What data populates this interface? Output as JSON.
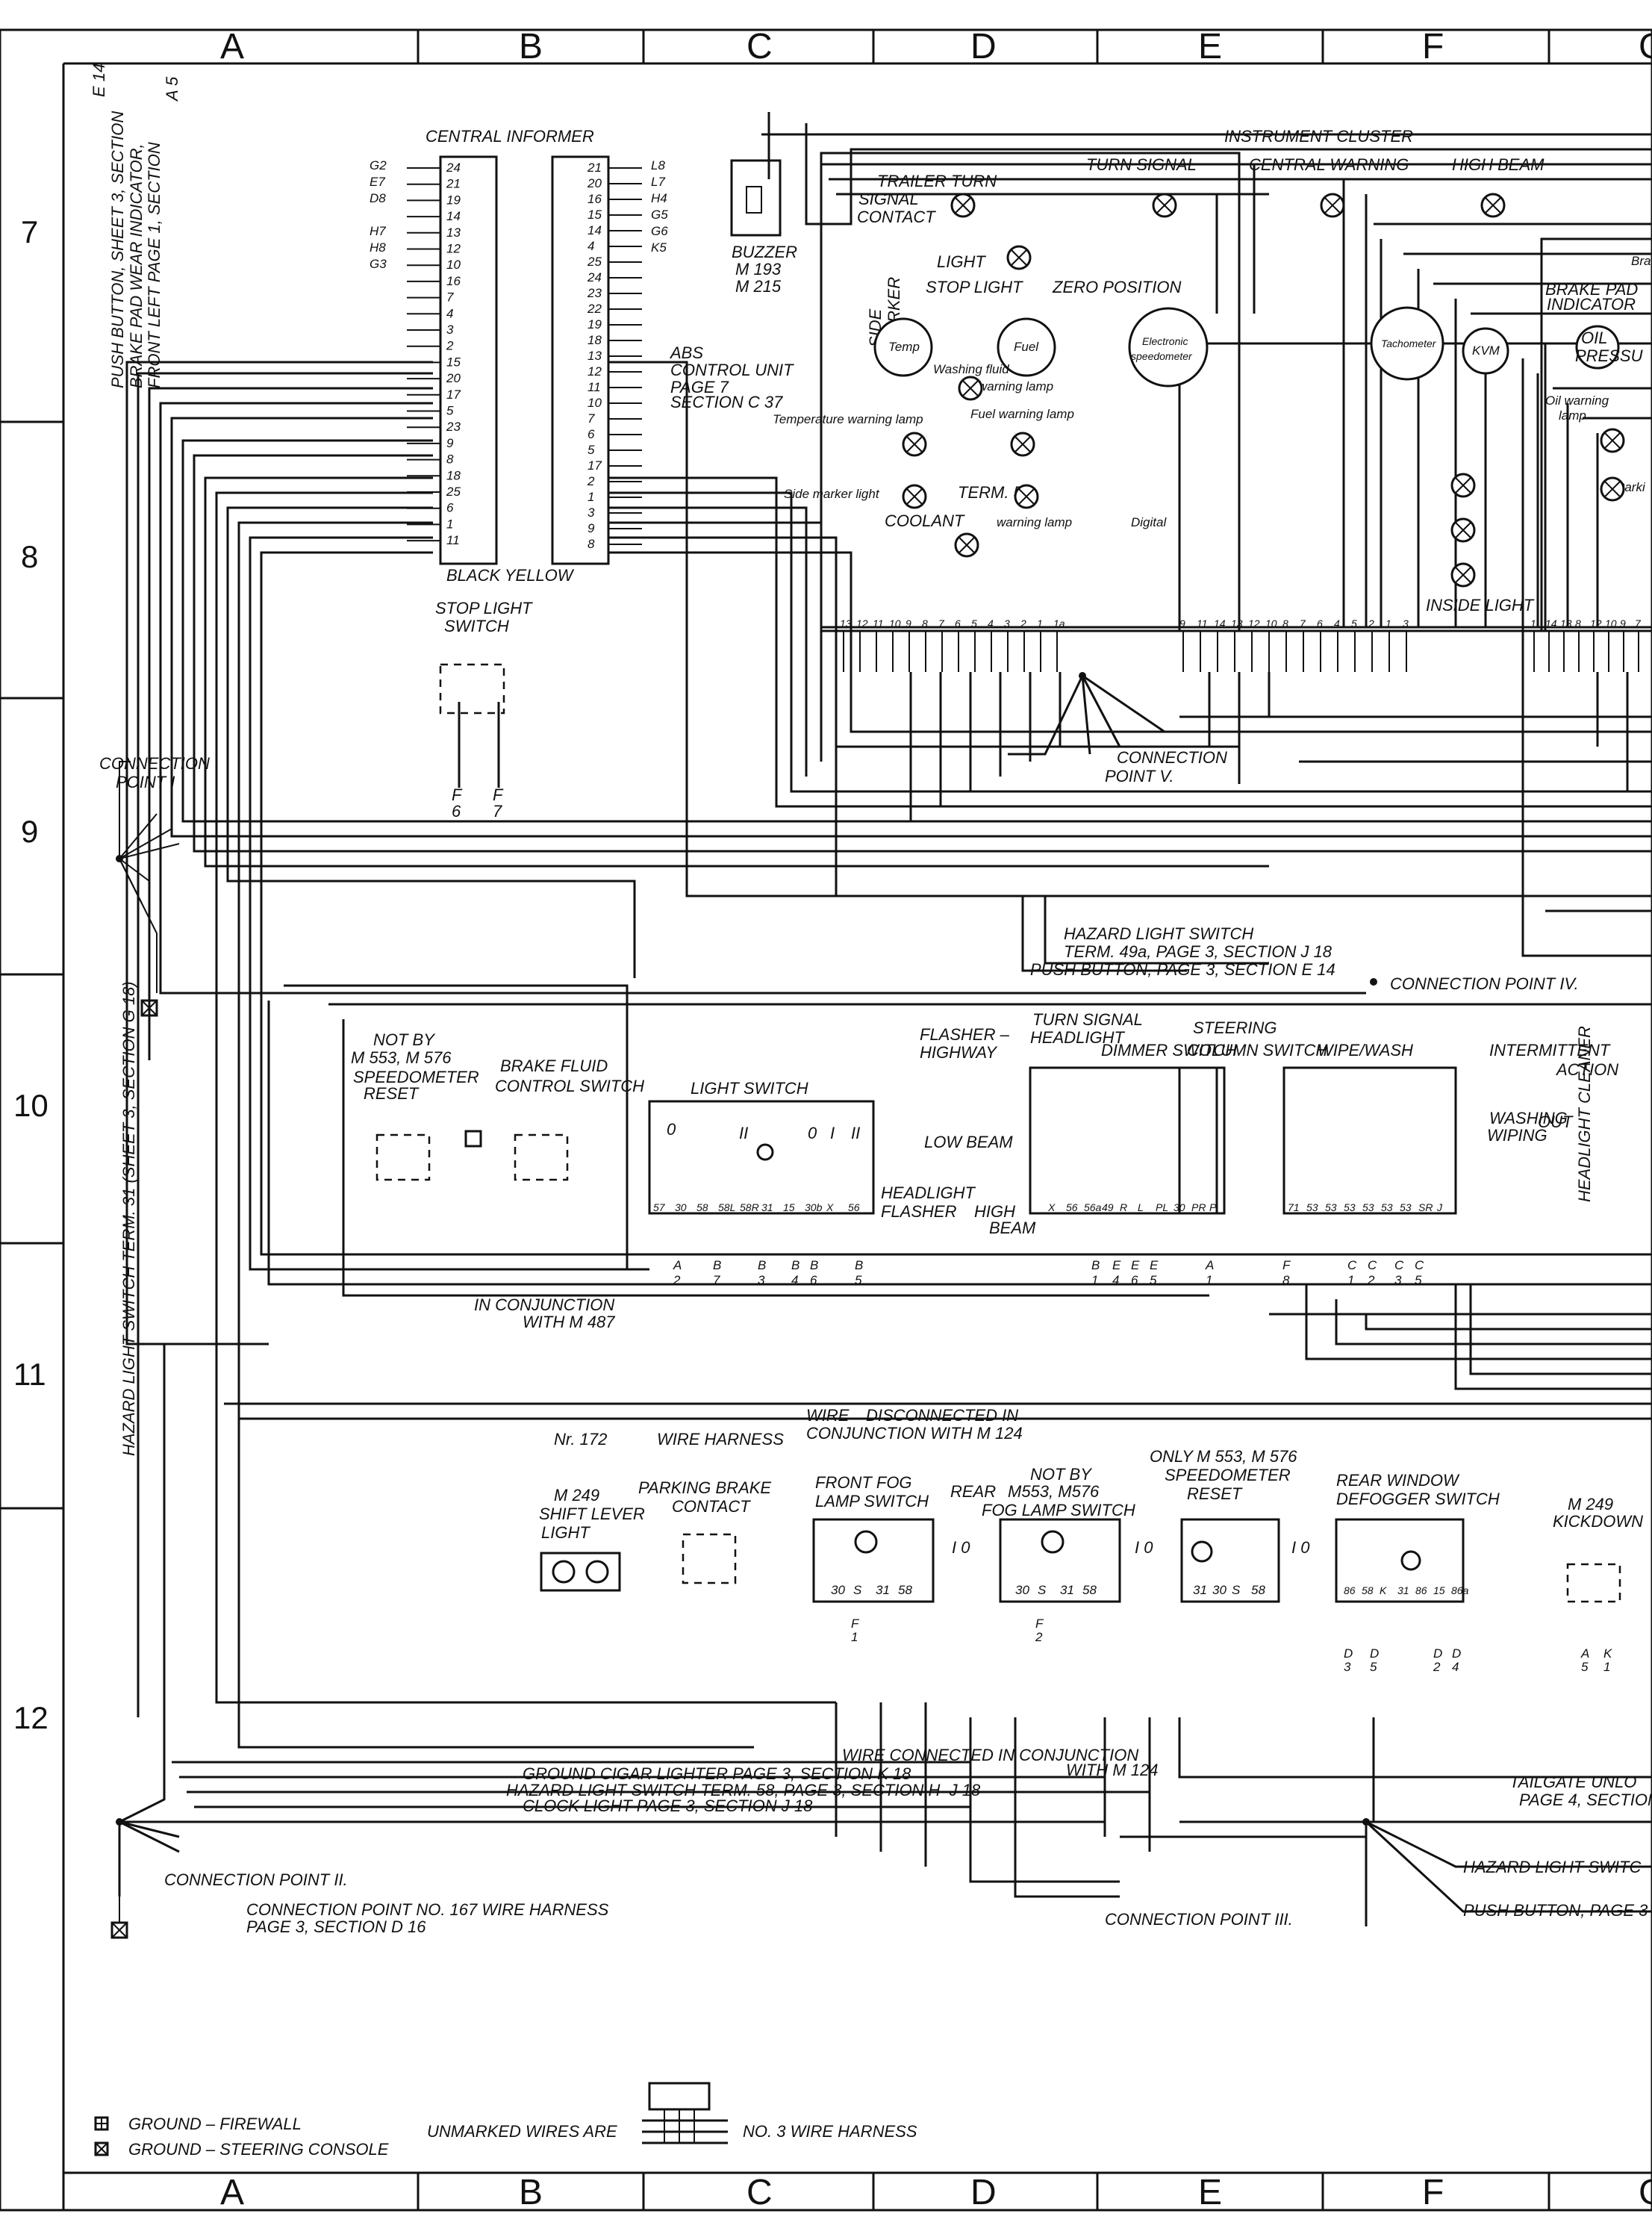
{
  "grid": {
    "columns": [
      "A",
      "B",
      "C",
      "D",
      "E",
      "F",
      "G"
    ],
    "rows": [
      "7",
      "8",
      "9",
      "10",
      "11",
      "12"
    ]
  },
  "central_informer": {
    "title": "CENTRAL INFORMER",
    "footer": "BLACK YELLOW",
    "left_connector_pins": [
      "24",
      "21",
      "19",
      "14",
      "13",
      "12",
      "10",
      "16",
      "7",
      "4",
      "3",
      "2",
      "15",
      "20",
      "17",
      "5",
      "23",
      "9",
      "8",
      "18",
      "25",
      "6",
      "1",
      "11"
    ],
    "left_refs": [
      "G2",
      "E7",
      "D8",
      "H7",
      "H8",
      "G3"
    ],
    "right_connector_pins": [
      "21",
      "20",
      "16",
      "15",
      "14",
      "4",
      "25",
      "24",
      "23",
      "22",
      "19",
      "18",
      "13",
      "12",
      "11",
      "10",
      "7",
      "6",
      "5",
      "17",
      "2",
      "1",
      "3",
      "9",
      "8"
    ],
    "right_refs": [
      "L8",
      "L7",
      "H4",
      "G5",
      "G6",
      "K5"
    ]
  },
  "top_note": {
    "line1": "E 14",
    "line2": "PUSH BUTTON, SHEET 3, SECTION",
    "line3": "BRAKE PAD WEAR INDICATOR,",
    "line4": "FRONT LEFT PAGE 1, SECTION",
    "line5": "A 5"
  },
  "buzzer": {
    "title": "BUZZER",
    "m1": "M 193",
    "m2": "M 215"
  },
  "abs": {
    "line1": "ABS",
    "line2": "CONTROL UNIT",
    "line3": "PAGE 7",
    "line4": "SECTION C 37"
  },
  "instrument_cluster": {
    "title": "INSTRUMENT CLUSTER",
    "turn_signal": "TURN SIGNAL",
    "central_warning": "CENTRAL WARNING",
    "high_beam": "HIGH BEAM",
    "trailer": "TRAILER TURN",
    "trailer2": "SIGNAL",
    "trailer3": "CONTACT",
    "side_marker": "SIDE",
    "side_marker2": "MARKER",
    "light": "LIGHT",
    "stop_light": "STOP LIGHT",
    "zero_position": "ZERO POSITION",
    "temp": "Temp",
    "fuel": "Fuel",
    "electronic": "Electronic",
    "speedometer": "speedometer",
    "washing_fluid": "Washing fluid",
    "warning_lamp": "warning lamp",
    "temperature_warning": "Temperature warning lamp",
    "fuel_warning": "Fuel warning lamp",
    "side_marker_light": "Side marker light",
    "term57": "TERM. 57",
    "coolant": "COOLANT",
    "coolant_warning": "warning lamp",
    "digital": "Digital",
    "tachometer": "Tachometer",
    "kvm": "KVM",
    "brake_pad": "BRAKE PAD",
    "indicator": "INDICATOR",
    "oil": "OIL",
    "pressure": "PRESSU",
    "oil_warning": "Oil warning",
    "lamp": "lamp",
    "brake": "Bra",
    "parking": "Parki",
    "inside_light": "INSIDE LIGHT"
  },
  "cluster_pins_left": [
    "13",
    "12",
    "11",
    "10",
    "9",
    "8",
    "7",
    "6",
    "5",
    "4",
    "3",
    "2",
    "1",
    "1a"
  ],
  "cluster_pins_mid": [
    "9",
    "11",
    "14",
    "13",
    "12",
    "10",
    "8",
    "7",
    "6",
    "4",
    "5",
    "2",
    "1",
    "3"
  ],
  "cluster_pins_right": [
    "1",
    "14",
    "13",
    "8",
    "12",
    "10",
    "9",
    "7"
  ],
  "stop_light_switch": {
    "line1": "STOP LIGHT",
    "line2": "SWITCH",
    "pin1": "F",
    "pin1b": "6",
    "pin2": "F",
    "pin2b": "7"
  },
  "connection_points": {
    "p1": "CONNECTION",
    "p1b": "POINT I",
    "p2": "CONNECTION POINT II.",
    "p3": "CONNECTION POINT III.",
    "p4": "CONNECTION POINT IV.",
    "p5": "CONNECTION",
    "p5b": "POINT V."
  },
  "hazard_text": {
    "line1": "HAZARD LIGHT SWITCH",
    "line2": "TERM. 49a, PAGE 3, SECTION J 18",
    "line3": "PUSH BUTTON, PAGE 3, SECTION E 14"
  },
  "left_side_label": "HAZARD LIGHT SWITCH TERM. 31 (SHEET 3, SECTION G 18)",
  "speedometer_reset_left": {
    "line1": "NOT BY",
    "line2": "M 553, M 576",
    "line3": "SPEEDOMETER",
    "line4": "RESET"
  },
  "brake_fluid": {
    "line1": "BRAKE FLUID",
    "line2": "CONTROL SWITCH"
  },
  "light_switch": {
    "title": "LIGHT SWITCH",
    "pins": [
      "57",
      "30",
      "58",
      "58L",
      "58R",
      "31",
      "15",
      "30b",
      "X",
      "56"
    ],
    "labels": [
      "0",
      "II",
      "0",
      "I",
      "II"
    ]
  },
  "light_switch_refs": [
    "A",
    "2",
    "B",
    "7",
    "B",
    "3",
    "B",
    "4",
    "B",
    "6",
    "B",
    "5"
  ],
  "in_conjunction": {
    "line1": "IN CONJUNCTION",
    "line2": "WITH M 487"
  },
  "steering": {
    "flasher": "FLASHER –",
    "highway": "HIGHWAY",
    "turn_signal": "TURN SIGNAL",
    "headlight_dimmer": "HEADLIGHT",
    "dimmer_switch": "DIMMER SWITCH",
    "steering": "STEERING",
    "column_switch": "COLUMN SWITCH",
    "low_beam": "LOW BEAM",
    "headlight_flasher": "HEADLIGHT",
    "flasher2": "FLASHER",
    "high": "HIGH",
    "beam": "BEAM",
    "pins": [
      "X",
      "56",
      "56a",
      "49",
      "R",
      "L",
      "PL",
      "30",
      "PR",
      "P"
    ],
    "refs": [
      "B",
      "1",
      "E",
      "4",
      "E",
      "6",
      "E",
      "5",
      "A",
      "1"
    ]
  },
  "wipe_wash": {
    "title": "WIPE/WASH",
    "intermittent": "INTERMITTENT",
    "action": "ACTION",
    "washing": "WASHING",
    "wiping": "WIPING",
    "out": "OUT",
    "headlight_cleaner": "HEADLIGHT CLEANER",
    "pins": [
      "71",
      "53",
      "53",
      "53",
      "53",
      "53",
      "53",
      "SR",
      "J"
    ],
    "refs": [
      "F",
      "8",
      "C",
      "1",
      "C",
      "2",
      "C",
      "3",
      "C",
      "5"
    ]
  },
  "harness": {
    "nr": "Nr. 172",
    "wire_harness": "WIRE HARNESS",
    "wire_disconnected": "WIRE",
    "disconnected_rest": "DISCONNECTED IN",
    "conjunction_m124": "CONJUNCTION WITH M 124"
  },
  "shift_lever": {
    "m": "M 249",
    "line1": "SHIFT LEVER",
    "line2": "LIGHT"
  },
  "parking_brake": {
    "line1": "PARKING BRAKE",
    "line2": "CONTACT"
  },
  "front_fog": {
    "line1": "FRONT FOG",
    "line2": "LAMP SWITCH",
    "pins": [
      "30",
      "S",
      "31",
      "58"
    ],
    "ref": "F",
    "ref2": "1"
  },
  "rear_fog": {
    "line0": "REAR",
    "line1": "NOT BY",
    "line1b": "M553, M576",
    "line2": "FOG LAMP SWITCH",
    "pins": [
      "30",
      "S",
      "31",
      "58"
    ],
    "ref": "F",
    "ref2": "2"
  },
  "speedometer_reset_right": {
    "line1": "ONLY",
    "line1b": "M 553, M 576",
    "line2": "SPEEDOMETER",
    "line3": "RESET",
    "pins": [
      "31",
      "30",
      "S",
      "58"
    ]
  },
  "rear_defogger": {
    "line1": "REAR WINDOW",
    "line2": "DEFOGGER SWITCH",
    "pins": [
      "86",
      "58",
      "K",
      "31",
      "86",
      "15",
      "86a"
    ],
    "refs": [
      "D",
      "3",
      "D",
      "5",
      "D",
      "2",
      "D",
      "4"
    ]
  },
  "kickdown": {
    "m": "M 249",
    "line1": "KICKDOWN",
    "refs": [
      "A",
      "5",
      "K",
      "1"
    ]
  },
  "io": "I 0",
  "bottom_notes": {
    "ground_cigar": "GROUND CIGAR LIGHTER PAGE 3, SECTION K 18",
    "hazard58": "HAZARD LIGHT SWITCH TERM. 58, PAGE 3, SECTION H–J 18",
    "clock": "CLOCK LIGHT  PAGE 3, SECTION J 18",
    "wire_connected": "WIRE CONNECTED IN CONJUNCTION",
    "wire_connected2": "WITH M 124",
    "conn167": "CONNECTION POINT NO. 167 WIRE HARNESS",
    "conn167b": "PAGE 3, SECTION D 16",
    "tailgate": "TAILGATE UNLO",
    "tailgate2": "PAGE 4, SECTION",
    "hazard_switch": "HAZARD LIGHT SWITC",
    "push_button": "PUSH BUTTON, PAGE 3"
  },
  "legend": {
    "ground_firewall": "GROUND – FIREWALL",
    "ground_steering": "GROUND – STEERING CONSOLE",
    "unmarked": "UNMARKED WIRES ARE",
    "harness3": "NO. 3 WIRE HARNESS"
  }
}
